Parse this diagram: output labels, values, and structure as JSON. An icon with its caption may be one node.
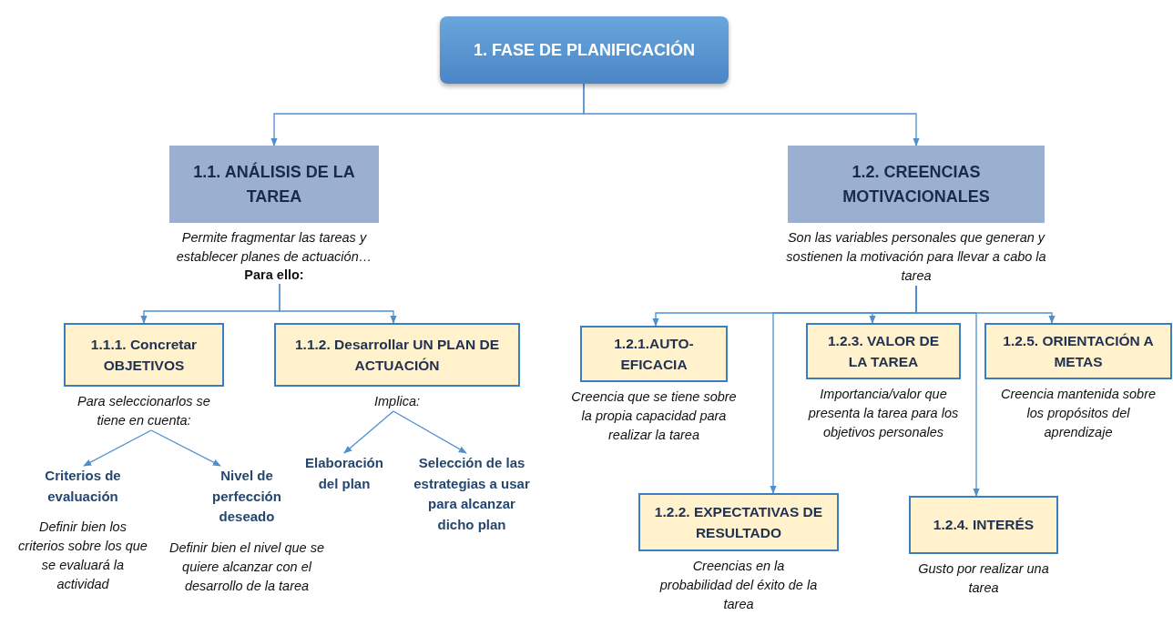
{
  "diagram": {
    "nodes": [
      {
        "text": [
          "1. FASE DE PLANIFICACIÓN"
        ]
      },
      {
        "text": [
          "1.1. ANÁLISIS DE LA TAREA"
        ],
        "beside": [
          "Permite fragmentar las tareas y establecer planes de actuación…",
          "Para ello:"
        ]
      },
      {
        "text": [
          "1.1.1. Concretar OBJETIVOS"
        ],
        "beside": [
          "Para seleccionarlos se tiene en cuenta:"
        ]
      },
      {
        "text": [
          "1.1.2. Desarrollar UN PLAN DE ACTUACIÓN"
        ],
        "beside": [
          "Implica:"
        ]
      },
      {
        "text": [
          "Criterios de evaluación"
        ],
        "beside": [
          "Definir bien los criterios sobre los que se evaluará la actividad"
        ]
      },
      {
        "text": [
          "Nivel de perfección deseado"
        ],
        "beside": [
          "Definir bien el nivel que se quiere alcanzar con el desarrollo de la tarea"
        ]
      },
      {
        "text": [
          "Elaboración del plan"
        ]
      },
      {
        "text": [
          "Selección de las estrategias a usar para alcanzar dicho plan"
        ]
      },
      {
        "text": [
          "1.2. CREENCIAS MOTIVACIONALES"
        ],
        "beside": [
          "Son las variables personales que generan y sostienen la motivación para llevar a cabo la tarea"
        ]
      },
      {
        "text": [
          "1.2.1.AUTO- EFICACIA"
        ],
        "beside": [
          "Creencia que se tiene sobre la propia capacidad para realizar la tarea"
        ]
      },
      {
        "text": [
          "1.2.2. EXPECTATIVAS DE RESULTADO"
        ],
        "beside": [
          "Creencias en la probabilidad del éxito de la tarea"
        ]
      },
      {
        "text": [
          "1.2.3. VALOR DE LA TAREA"
        ],
        "beside": [
          "Importancia/valor que presenta la tarea para los objetivos personales"
        ]
      },
      {
        "text": [
          "1.2.4. INTERÉS"
        ],
        "beside": [
          "Gusto por realizar una tarea"
        ]
      },
      {
        "text": [
          "1.2.5. ORIENTACIÓN A METAS"
        ],
        "beside": [
          "Creencia mantenida sobre los propósitos del aprendizaje"
        ]
      }
    ],
    "edges": [
      {
        "from": 0,
        "to": 1,
        "arrow": "to"
      },
      {
        "from": 0,
        "to": 8,
        "arrow": "to"
      },
      {
        "from": 1,
        "to": 2,
        "arrow": "to"
      },
      {
        "from": 1,
        "to": 3,
        "arrow": "to"
      },
      {
        "from": 2,
        "to": 4,
        "arrow": "to"
      },
      {
        "from": 2,
        "to": 5,
        "arrow": "to"
      },
      {
        "from": 3,
        "to": 6,
        "arrow": "to"
      },
      {
        "from": 3,
        "to": 7,
        "arrow": "to"
      },
      {
        "from": 8,
        "to": 9,
        "arrow": "to"
      },
      {
        "from": 8,
        "to": 10,
        "arrow": "to"
      },
      {
        "from": 8,
        "to": 11,
        "arrow": "to"
      },
      {
        "from": 8,
        "to": 12,
        "arrow": "to"
      },
      {
        "from": 8,
        "to": 13,
        "arrow": "to"
      }
    ]
  }
}
